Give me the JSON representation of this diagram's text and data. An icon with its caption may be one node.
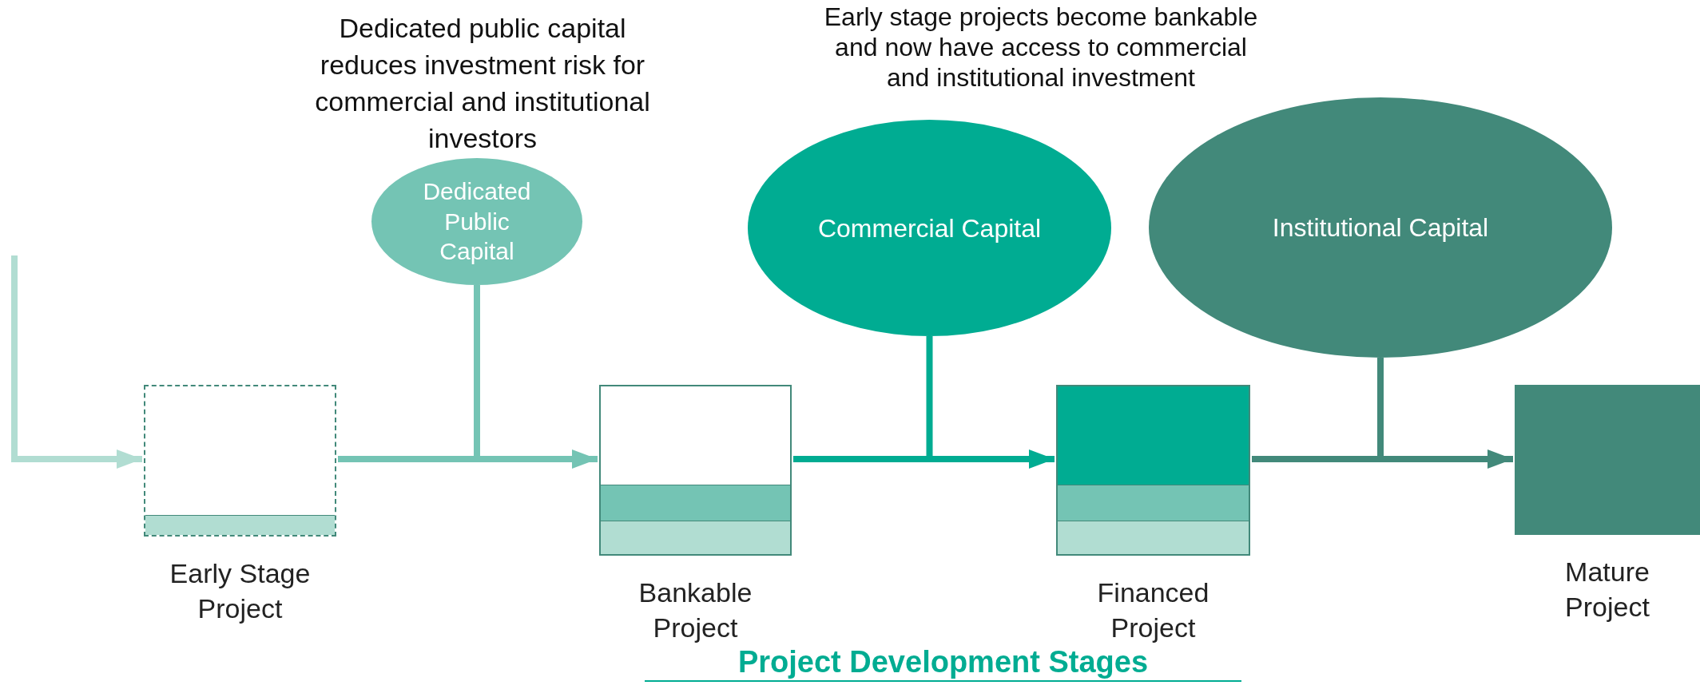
{
  "diagram": {
    "title": "Project Development Stages",
    "nodes": [
      {
        "text": [
          "Dedicated Public Capital"
        ]
      },
      {
        "text": [
          "Commercial Capital"
        ]
      },
      {
        "text": [
          "Institutional Capital"
        ]
      },
      {
        "text": [
          "Early Stage Project"
        ]
      },
      {
        "text": [
          "Bankable Project"
        ]
      },
      {
        "text": [
          "Financed Project"
        ]
      },
      {
        "text": [
          "Mature Project"
        ]
      }
    ],
    "edges": [
      {
        "from": null,
        "to": 3,
        "arrow": "to",
        "color": "#b1ddd2"
      },
      {
        "from": 3,
        "to": 4,
        "arrow": "to",
        "color": "#74c4b4"
      },
      {
        "from": 4,
        "to": 5,
        "arrow": "to",
        "color": "#00ac92"
      },
      {
        "from": 5,
        "to": 6,
        "arrow": "to",
        "color": "#42897a"
      },
      {
        "from": 0,
        "to": null,
        "arrow": "none",
        "color": "#74c4b4"
      },
      {
        "from": 1,
        "to": null,
        "arrow": "none",
        "color": "#00ac92"
      },
      {
        "from": 2,
        "to": null,
        "arrow": "none",
        "color": "#42897a"
      }
    ],
    "labels": [
      "Dedicated public capital reduces investment risk for commercial and institutional investors",
      "Early stage projects become bankable and now have access to commercial and institutional investment"
    ]
  }
}
